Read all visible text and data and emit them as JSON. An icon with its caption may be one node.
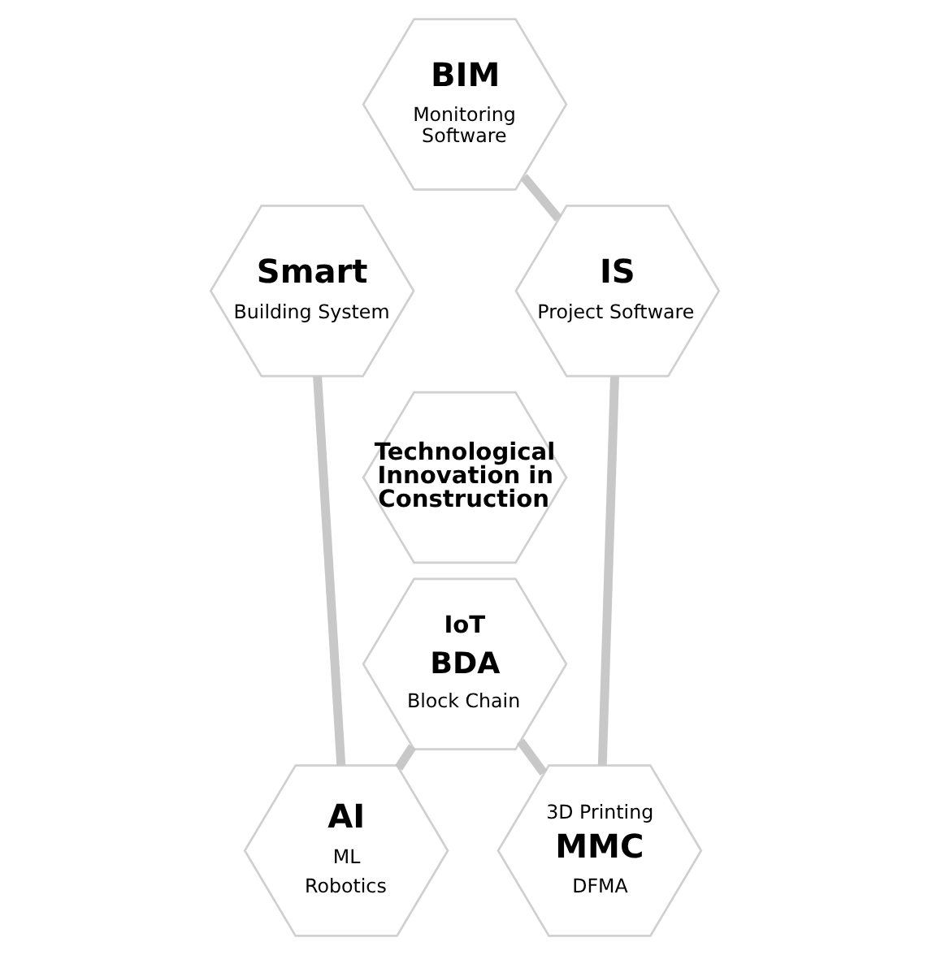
{
  "diagram": {
    "nodes": [
      {
        "text": [
          "BIM",
          "Monitoring Software"
        ]
      },
      {
        "text": [
          "Smart",
          "Building System"
        ]
      },
      {
        "text": [
          "IS",
          "Project Software"
        ]
      },
      {
        "text": [
          "Technological Innovation in Construction"
        ]
      },
      {
        "text": [
          "AI",
          "ML",
          "Robotics"
        ]
      },
      {
        "text": [
          "3D Printing",
          "MMC",
          "DFMA"
        ]
      },
      {
        "text": [
          "IoT",
          "BDA",
          "Block Chain"
        ]
      }
    ],
    "edges": [
      {
        "from": 0,
        "to": 2,
        "arrow": "none"
      },
      {
        "from": 2,
        "to": 5,
        "arrow": "none"
      },
      {
        "from": 5,
        "to": 6,
        "arrow": "none"
      },
      {
        "from": 6,
        "to": 4,
        "arrow": "none"
      },
      {
        "from": 4,
        "to": 1,
        "arrow": "none"
      }
    ]
  }
}
